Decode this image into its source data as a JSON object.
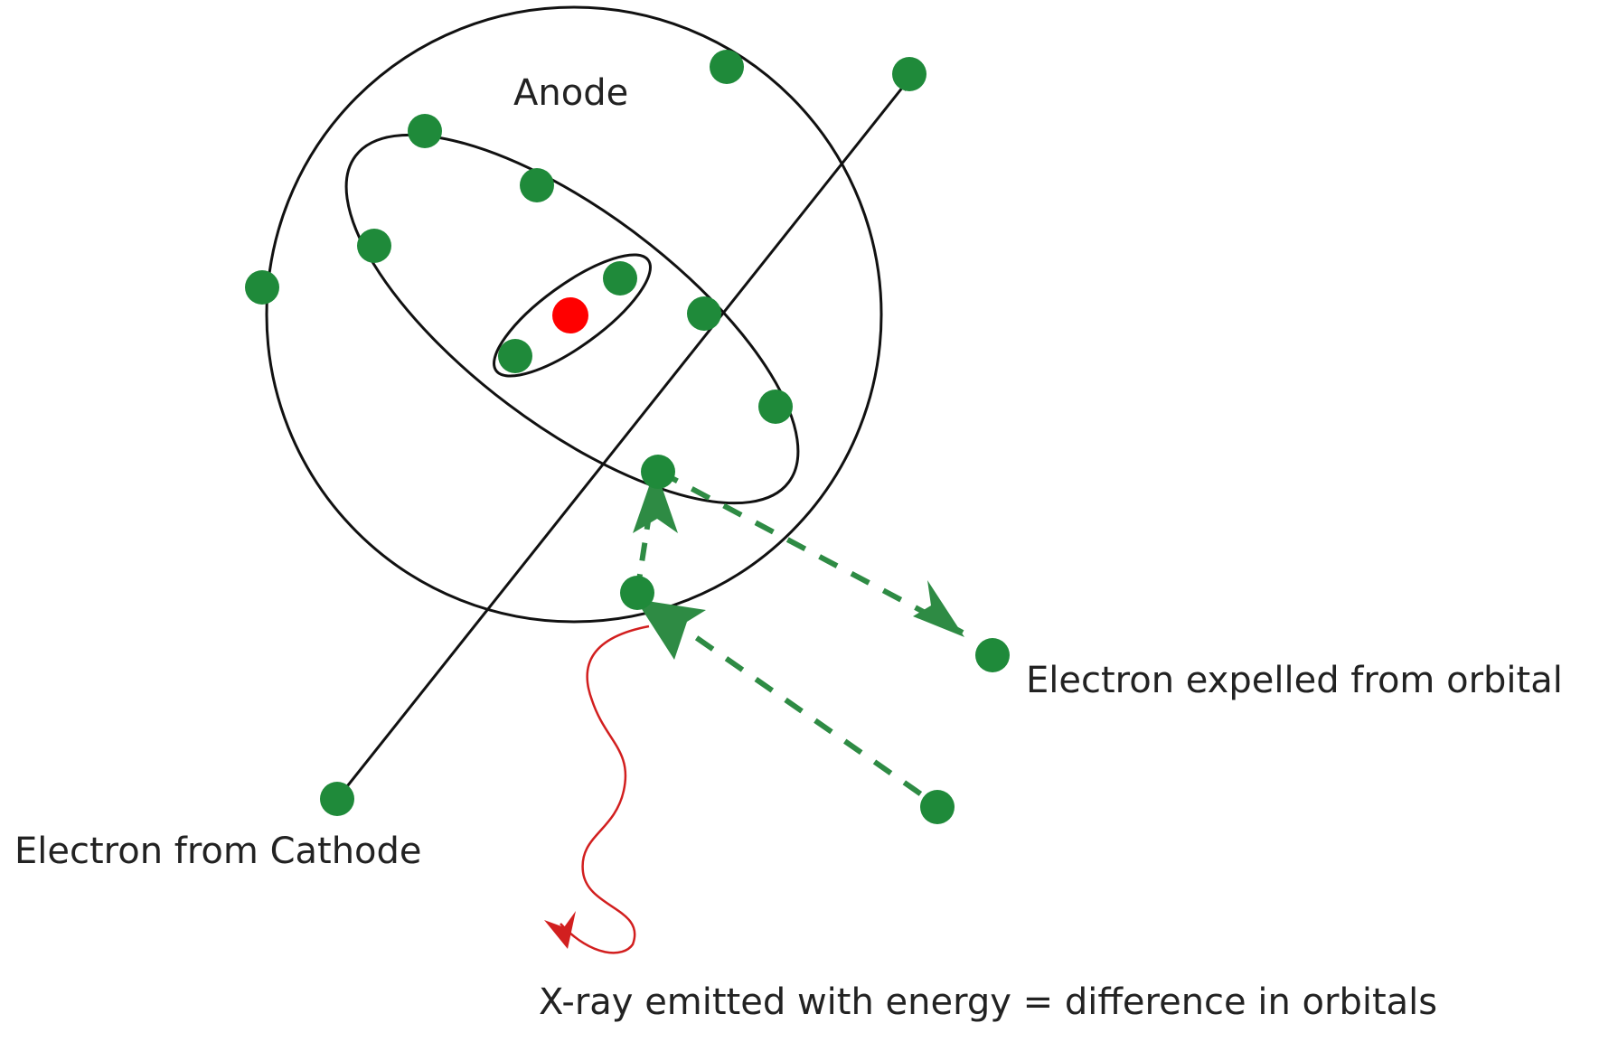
{
  "labels": {
    "anode": "Anode",
    "electron_expelled": "Electron expelled from orbital",
    "electron_from_cathode": "Electron from Cathode",
    "xray_emitted": "X-ray emitted with energy = difference in orbitals"
  },
  "colors": {
    "electron": "#1f8a3a",
    "nucleus": "#ff0000",
    "xray": "#d21f1f",
    "orbit": "#111111",
    "text": "#222222"
  }
}
